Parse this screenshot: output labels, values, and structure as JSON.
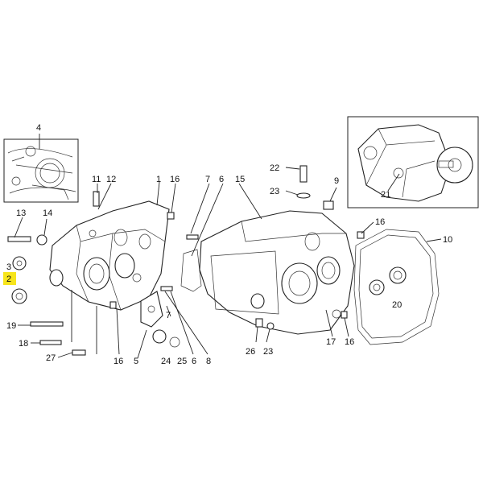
{
  "labels": {
    "l1": "1",
    "l2": "2",
    "l3": "3",
    "l4": "4",
    "l5": "5",
    "l6a": "6",
    "l6b": "6",
    "l7a": "7",
    "l7b": "7",
    "l8": "8",
    "l9": "9",
    "l10": "10",
    "l11": "11",
    "l12": "12",
    "l13": "13",
    "l14": "14",
    "l15": "15",
    "l16a": "16",
    "l16b": "16",
    "l16c": "16",
    "l16d": "16",
    "l17": "17",
    "l18": "18",
    "l19": "19",
    "l20": "20",
    "l21": "21",
    "l22": "22",
    "l23a": "23",
    "l23b": "23",
    "l24": "24",
    "l25": "25",
    "l26": "26",
    "l27": "27"
  },
  "highlight": {
    "part": "2",
    "color": "#f7e51c"
  }
}
